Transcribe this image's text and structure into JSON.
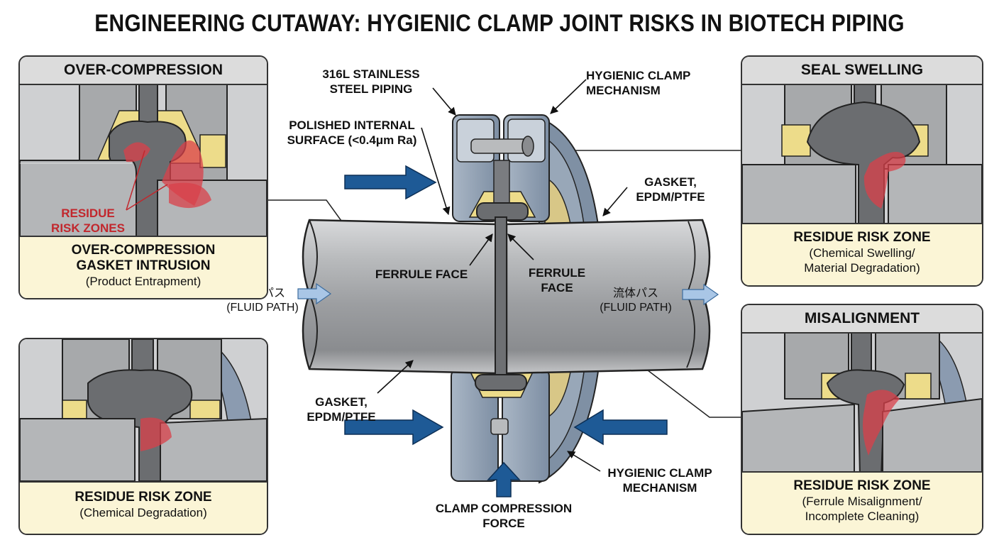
{
  "title": "ENGINEERING CUTAWAY: HYGIENIC CLAMP JOINT RISKS IN BIOTECH PIPING",
  "colors": {
    "steel": "#a7a9ab",
    "steel_dark": "#6e7073",
    "clamp_blue": "#9aa9bb",
    "gasket_gray": "#6b6d70",
    "gasket_yellow": "#eddc8a",
    "risk_red": "#d9404a",
    "arrow_blue": "#1e5a96",
    "caption_bg": "#fbf5d6",
    "header_bg": "#dcdcdc"
  },
  "center": {
    "label_steel_piping": [
      "316L STAINLESS",
      "STEEL PIPING"
    ],
    "label_clamp_top": [
      "HYGIENIC CLAMP",
      "MECHANISM"
    ],
    "label_polished": [
      "POLISHED INTERNAL",
      "SURFACE (<0.4μm Ra)"
    ],
    "label_gasket_top": [
      "GASKET,",
      "EPDM/PTFE"
    ],
    "label_ferrule_left": "FERRULE FACE",
    "label_ferrule_right": [
      "FERRULE",
      "FACE"
    ],
    "fluid_left": [
      "流体パス",
      "(FLUID PATH)"
    ],
    "fluid_right": [
      "流体パス",
      "(FLUID PATH)"
    ],
    "label_gasket_bottom": [
      "GASKET,",
      "EPDM/PTFE"
    ],
    "label_clamp_bottom": [
      "HYGIENIC CLAMP",
      "MECHANISM"
    ],
    "label_force": [
      "CLAMP COMPRESSION",
      "FORCE"
    ]
  },
  "panels": {
    "over_compression": {
      "header": "OVER-COMPRESSION",
      "risk_label": [
        "RESIDUE",
        "RISK ZONES"
      ],
      "caption_bold": [
        "OVER-COMPRESSION",
        "GASKET INTRUSION"
      ],
      "caption_normal": "(Product Entrapment)"
    },
    "degradation": {
      "header": "",
      "caption_bold": [
        "RESIDUE RISK ZONE"
      ],
      "caption_normal": "(Chemical Degradation)"
    },
    "seal_swelling": {
      "header": "SEAL SWELLING",
      "caption_bold": [
        "RESIDUE RISK ZONE"
      ],
      "caption_normal": [
        "(Chemical Swelling/",
        "Material Degradation)"
      ]
    },
    "misalignment": {
      "header": "MISALIGNMENT",
      "caption_bold": [
        "RESIDUE RISK ZONE"
      ],
      "caption_normal": [
        "(Ferrule Misalignment/",
        "Incomplete Cleaning)"
      ]
    }
  }
}
